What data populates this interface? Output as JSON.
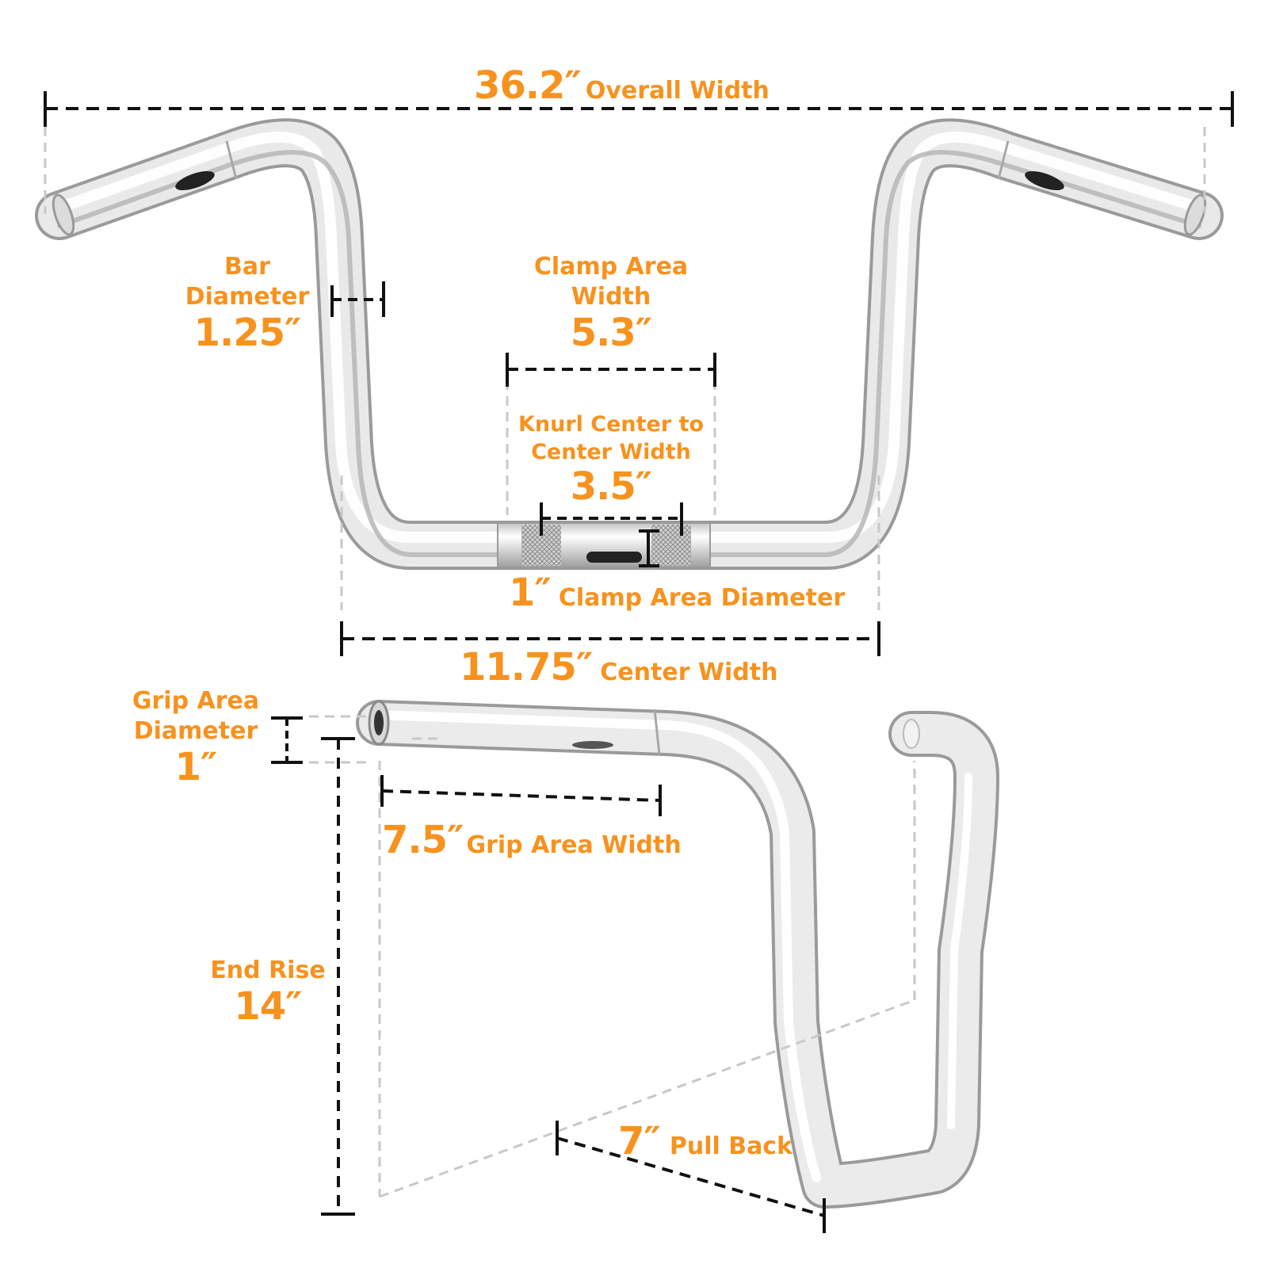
{
  "colors": {
    "accent": "#f7921e",
    "dimension_line": "#111111",
    "guide_line": "#c8c8c8",
    "chrome": "#e6e6e6"
  },
  "overall_width": {
    "value": "36.2″",
    "label": "Overall Width"
  },
  "bar_diameter": {
    "line1": "Bar",
    "line2": "Diameter",
    "value": "1.25″"
  },
  "clamp_area_width": {
    "line1": "Clamp Area",
    "line2": "Width",
    "value": "5.3″"
  },
  "knurl_width": {
    "line1": "Knurl Center to",
    "line2": "Center Width",
    "value": "3.5″"
  },
  "clamp_area_diameter": {
    "value": "1″",
    "label": "Clamp Area Diameter"
  },
  "center_width": {
    "value": "11.75″",
    "label": "Center Width"
  },
  "grip_area_diameter": {
    "line1": "Grip Area",
    "line2": "Diameter",
    "value": "1″"
  },
  "grip_area_width": {
    "value": "7.5″",
    "label": "Grip Area Width"
  },
  "end_rise": {
    "line1": "End Rise",
    "value": "14″"
  },
  "pull_back": {
    "value": "7″",
    "label": "Pull Back"
  }
}
